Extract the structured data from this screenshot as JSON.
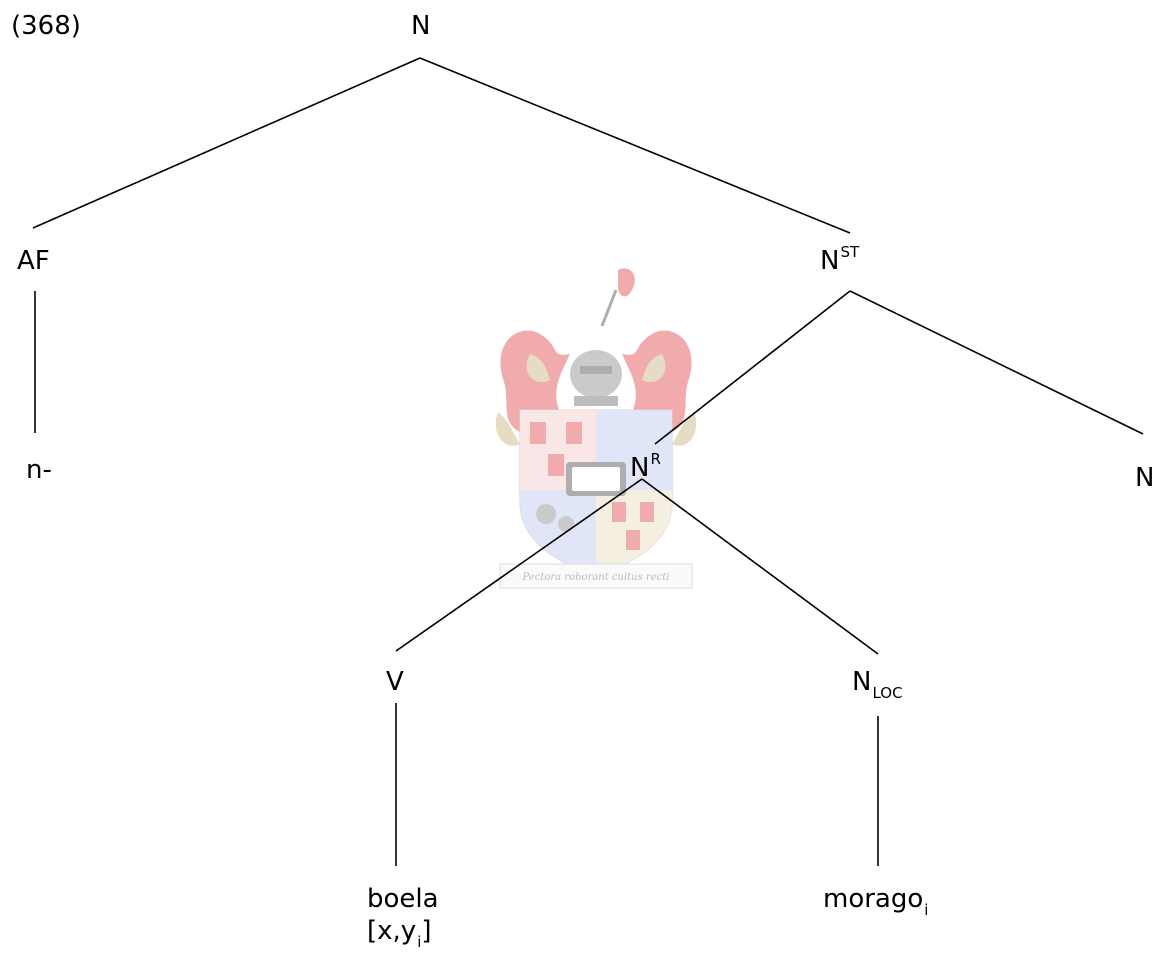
{
  "example_number": "(368)",
  "nodes": {
    "root": {
      "label": "N"
    },
    "af": {
      "label": "AF"
    },
    "affix": {
      "label": "n-"
    },
    "nst": {
      "label": "N",
      "sup": "ST"
    },
    "nr": {
      "label": "N",
      "sup": "R"
    },
    "n_right": {
      "label": "N"
    },
    "v": {
      "label": "V"
    },
    "nloc": {
      "label": "N",
      "sub": "LOC"
    },
    "verb": {
      "label": "boela",
      "args_open": "[x,y",
      "args_sub": "i",
      "args_close": "]"
    },
    "loc_word": {
      "label": "morago",
      "sub": "i"
    }
  },
  "watermark": {
    "motto": "Pectora roborant cultus recti",
    "colors": {
      "red": "#e2474b",
      "gold": "#c9b27c",
      "blue": "#6b7fc7",
      "dark": "#4d4d4d"
    }
  }
}
